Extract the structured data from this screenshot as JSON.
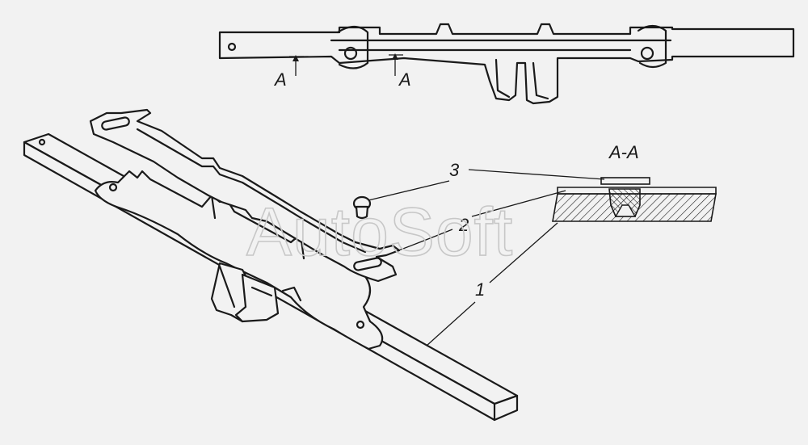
{
  "section_title": "A-A",
  "section_marks": [
    "A",
    "A"
  ],
  "callouts": [
    "1",
    "2",
    "3"
  ],
  "watermark": "AutoSoft",
  "colors": {
    "background": "#f2f2f2",
    "ink": "#1a1a1a",
    "watermark": "#c7c7c7"
  }
}
